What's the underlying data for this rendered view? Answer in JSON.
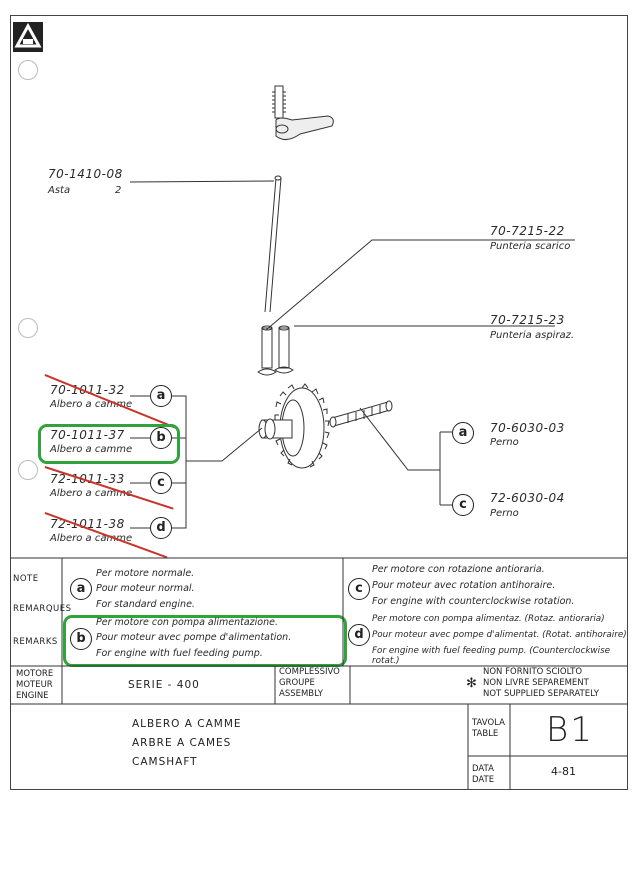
{
  "header": {
    "logo": "company-logo"
  },
  "parts": [
    {
      "pn": "70-1410-08",
      "desc": "Asta",
      "qty": "2"
    },
    {
      "pn": "70-7215-22",
      "desc": "Punteria scarico"
    },
    {
      "pn": "70-7215-23",
      "desc": "Punteria aspiraz."
    },
    {
      "pn": "70-6030-03",
      "desc": "Perno",
      "variant": "a"
    },
    {
      "pn": "72-6030-04",
      "desc": "Perno",
      "variant": "c"
    }
  ],
  "camshafts": [
    {
      "variant": "a",
      "pn": "70-1011-32",
      "desc": "Albero a camme",
      "struck": true
    },
    {
      "variant": "b",
      "pn": "70-1011-37",
      "desc": "Albero a camme",
      "struck": false
    },
    {
      "variant": "c",
      "pn": "72-1011-33",
      "desc": "Albero a camme",
      "struck": true
    },
    {
      "variant": "d",
      "pn": "72-1011-38",
      "desc": "Albero a camme",
      "struck": true
    }
  ],
  "notes": {
    "labels": [
      "NOTE",
      "REMARQUES",
      "REMARKS"
    ],
    "a": [
      "Per motore normale.",
      "Pour moteur normal.",
      "For standard engine."
    ],
    "b": [
      "Per motore con pompa alimentazione.",
      "Pour moteur avec pompe d'alimentation.",
      "For engine with fuel feeding pump."
    ],
    "c": [
      "Per motore con rotazione antioraria.",
      "Pour moteur avec rotation antihoraire.",
      "For engine with counterclockwise rotation."
    ],
    "d": [
      "Per motore con pompa alimentaz. (Rotaz. antioraria)",
      "Pour moteur avec pompe d'alimentat. (Rotat. antihoraire)",
      "For engine with fuel feeding pump. (Counterclockwise rotat.)"
    ]
  },
  "title_block": {
    "motore_labels": [
      "MOTORE",
      "MOTEUR",
      "ENGINE"
    ],
    "serie": "SERIE - 400",
    "complessivo_labels": [
      "COMPLESSIVO",
      "GROUPE",
      "ASSEMBLY"
    ],
    "not_supplied": [
      "NON FORNITO SCIOLTO",
      "NON LIVRE SEPAREMENT",
      "NOT SUPPLIED SEPARATELY"
    ],
    "not_supplied_symbol": "✻",
    "title": [
      "ALBERO A CAMME",
      "ARBRE A CAMES",
      "CAMSHAFT"
    ],
    "tavola_labels": [
      "TAVOLA",
      "TABLE"
    ],
    "tavola_value": "B1",
    "data_labels": [
      "DATA",
      "DATE"
    ],
    "data_value": "4-81"
  }
}
